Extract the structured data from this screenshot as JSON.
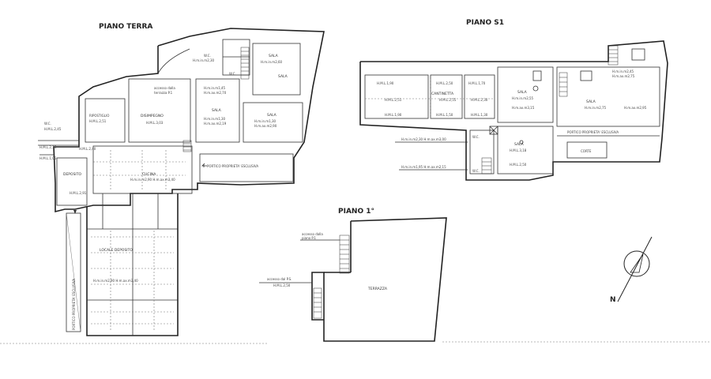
{
  "titles": {
    "ground": "PIANO TERRA",
    "s1": "PIANO S1",
    "first": "PIANO 1°"
  },
  "compass": {
    "north": "N"
  },
  "ground_floor": {
    "labels": {
      "wc_top": "W.C.",
      "wc_top_h": "H.m.in.m2,30",
      "wc_mid": "W.C.",
      "sala_top": "SALA",
      "sala_top_h": "H.m.in.m2,60",
      "sala_top2": "SALA",
      "h_170": "H.m.in.m1,45",
      "h_170b": "H.m.ax.m2,70",
      "sala_mid": "SALA",
      "sala_mid_h": "H.m.in.m1,30",
      "sala_mid_h2": "H.m.ax.m2,19",
      "sala_right": "SALA",
      "sala_right_h": "H.m.in.m1,30",
      "sala_right_h2": "H.m.ax.m2,90",
      "ripostiglio": "RIPOSTIGLIO",
      "ripostiglio_h": "H.M.L.2,51",
      "disimpegno": "DISIMPEGNO",
      "disimpegno_h": "H.M.L.3,03",
      "access_note": "accesso dalla",
      "access_note2": "terrazza P.1",
      "wc_left": "W.C.",
      "wc_left_h": "H.M.L.2,45",
      "h_left1": "H.M.L.2,40",
      "h_left2": "H.M.L.2,15",
      "h_left3": "H.M.L.1,05",
      "deposito": "DEPOSITO",
      "deposito_h": "H.M.L.2,91",
      "cucina": "CUCINA",
      "cucina_h": "H.m.in.m2,90 H.m.ax.m3,40",
      "locale_deposito": "LOCALE DEPOSITO",
      "locale_h": "H.m.in.m2,90 H.m.ax.m3,40",
      "other_property": "PORTICO PROPRIETA' ESCLUSIVA",
      "side_note": "PORTICO PROPRIETA' ESCLUSIVA"
    }
  },
  "s1_floor": {
    "labels": {
      "h1": "H.M.L.1,90",
      "h2": "H.M.L.2,50",
      "h3": "H.M.L.1,70",
      "h4": "H.M.L.2,51",
      "cantinetta": "CANTINETTA",
      "h5": "H.M.L.2,55",
      "h6": "H.M.L.2,30",
      "h7": "H.M.L.1,90",
      "h8": "H.M.L.1,50",
      "h9": "H.M.L.1,30",
      "sala1": "SALA",
      "sala1_h": "H.m.in.m2,55",
      "sala1_h2": "H.m.ax.m3,15",
      "sala2": "SALA",
      "sala2_h": "H.m.in.m2,75",
      "sala2_h2": "H.m.ax.m2,95",
      "h10": "H.m.in.m2,45",
      "h11": "H.m.ax.m2,75",
      "wc1": "W.C.",
      "sala3": "SALA",
      "sala3_h": "H.M.L.3,18",
      "h12": "H.m.in.m2,30 H.m.ax.m3,00",
      "h13": "H.m.in.m1,95 H.m.ax.m2,15",
      "wc2": "W.C.",
      "h14": "H.M.L.2,50",
      "portico": "PORTICO PROPRIETA' ESCLUSIVA",
      "corte": "CORTE"
    }
  },
  "first_floor": {
    "labels": {
      "note1": "accesso dalla",
      "note2": "piano P.1",
      "note3": "accesso dal P.S.",
      "note4": "H.M.L.2,50",
      "terrazza": "TERRAZZA"
    }
  }
}
